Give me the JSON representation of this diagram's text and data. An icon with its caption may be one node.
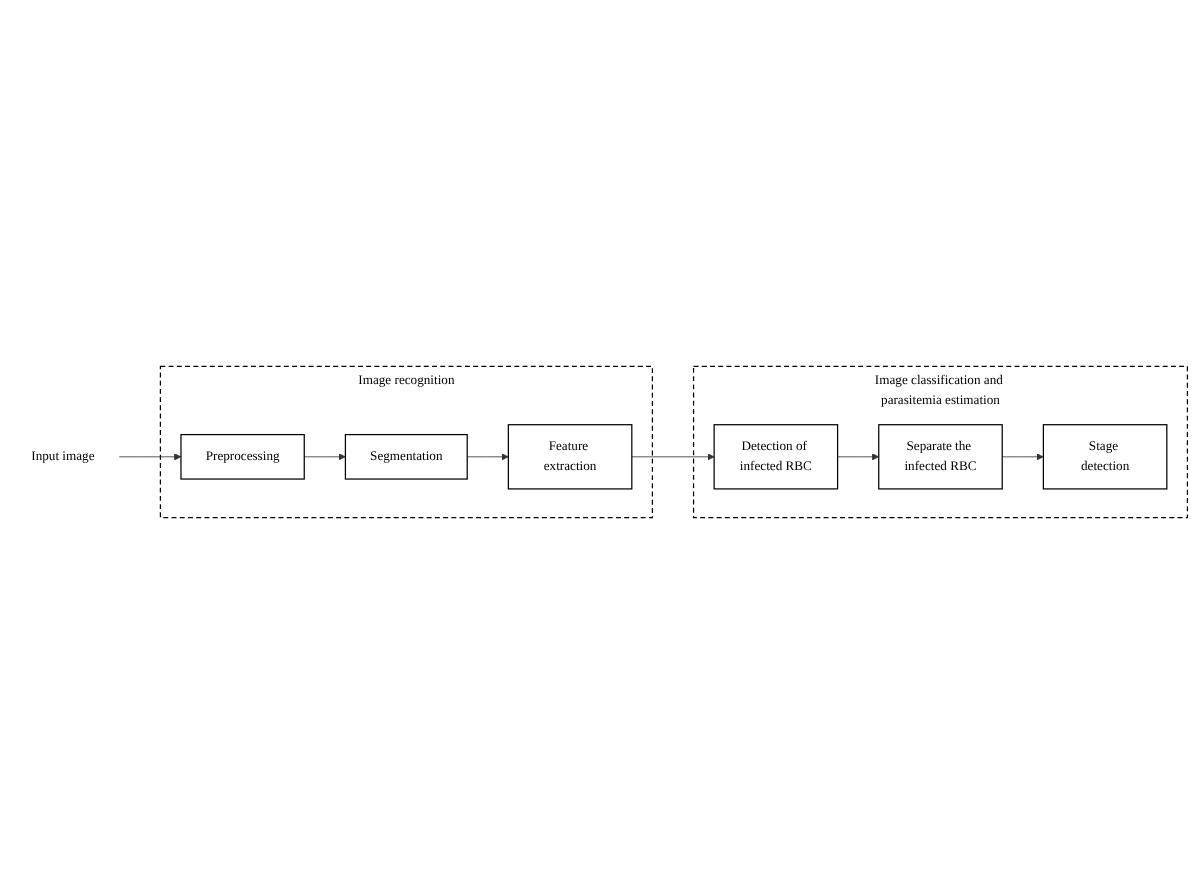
{
  "diagram": {
    "nodes": [
      {
        "text": [
          "Image recognition"
        ]
      },
      {
        "text": [
          "Input image"
        ]
      },
      {
        "text": [
          "Preprocessing"
        ],
        "in": 0
      },
      {
        "text": [
          "Segmentation"
        ],
        "in": 0
      },
      {
        "text": [
          "Feature extraction"
        ],
        "in": 0
      },
      {
        "text": [
          "Image classification and parasitemia estimation"
        ]
      },
      {
        "text": [
          "Stage detection"
        ],
        "in": 5
      },
      {
        "text": [
          "Separate the infected RBC"
        ],
        "in": 5
      },
      {
        "text": [
          "Detection of infected RBC"
        ],
        "in": 5
      }
    ],
    "edges": [
      {
        "from": 1,
        "to": 2,
        "arrow": "to"
      },
      {
        "from": 2,
        "to": 3,
        "arrow": "to"
      },
      {
        "from": 3,
        "to": 4,
        "arrow": "to"
      },
      {
        "from": 4,
        "to": 8,
        "arrow": "to"
      },
      {
        "from": 8,
        "to": 7,
        "arrow": "to"
      },
      {
        "from": 7,
        "to": 6,
        "arrow": "to"
      }
    ]
  }
}
